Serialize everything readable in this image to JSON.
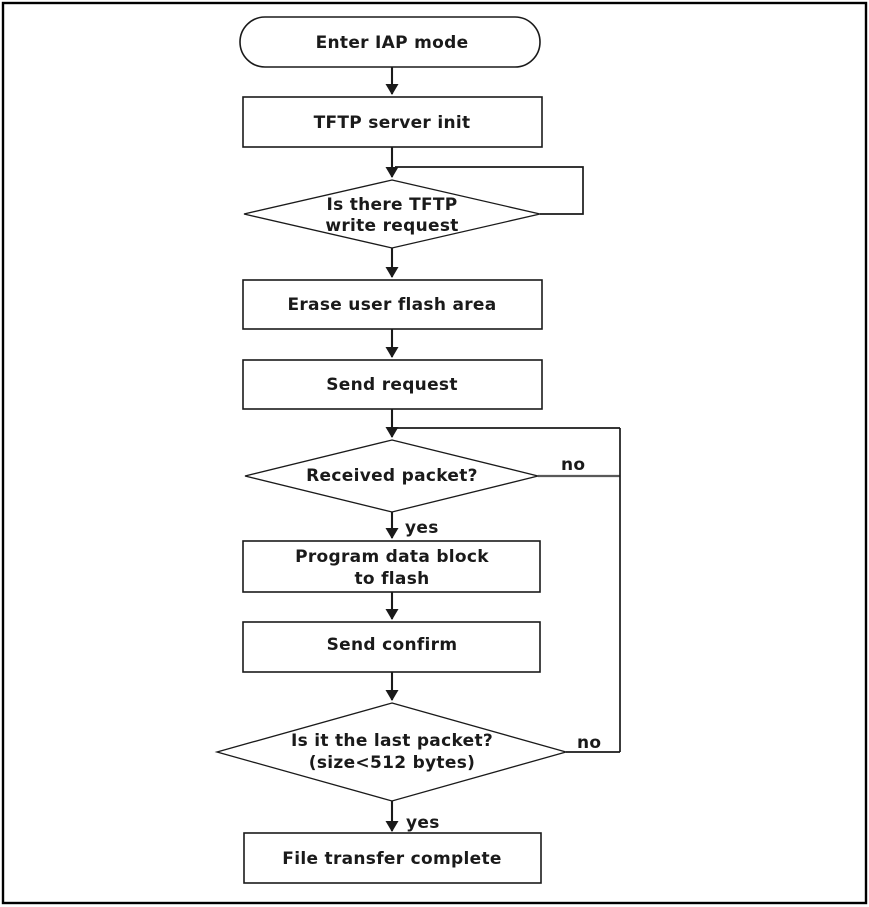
{
  "colors": {
    "ink": "#1a1a1a",
    "paper": "#ffffff",
    "grey_line": "#595959"
  },
  "nodes": {
    "start": {
      "type": "terminator",
      "label": "Enter IAP mode"
    },
    "tftp_init": {
      "type": "process",
      "label": "TFTP server init"
    },
    "write_request": {
      "type": "decision",
      "lines": [
        "Is there TFTP",
        "write request"
      ]
    },
    "erase_flash": {
      "type": "process",
      "label": "Erase user flash area"
    },
    "send_request": {
      "type": "process",
      "label": "Send request"
    },
    "received_packet": {
      "type": "decision",
      "label": "Received packet?"
    },
    "program_flash": {
      "type": "process",
      "lines": [
        "Program data block",
        "to flash"
      ]
    },
    "send_confirm": {
      "type": "process",
      "label": "Send confirm"
    },
    "last_packet": {
      "type": "decision",
      "lines": [
        "Is it the last packet?",
        "(size<512 bytes)"
      ]
    },
    "complete": {
      "type": "process",
      "label": "File transfer complete"
    }
  },
  "edge_labels": {
    "received_no": "no",
    "received_yes": "yes",
    "last_no": "no",
    "last_yes": "yes"
  }
}
